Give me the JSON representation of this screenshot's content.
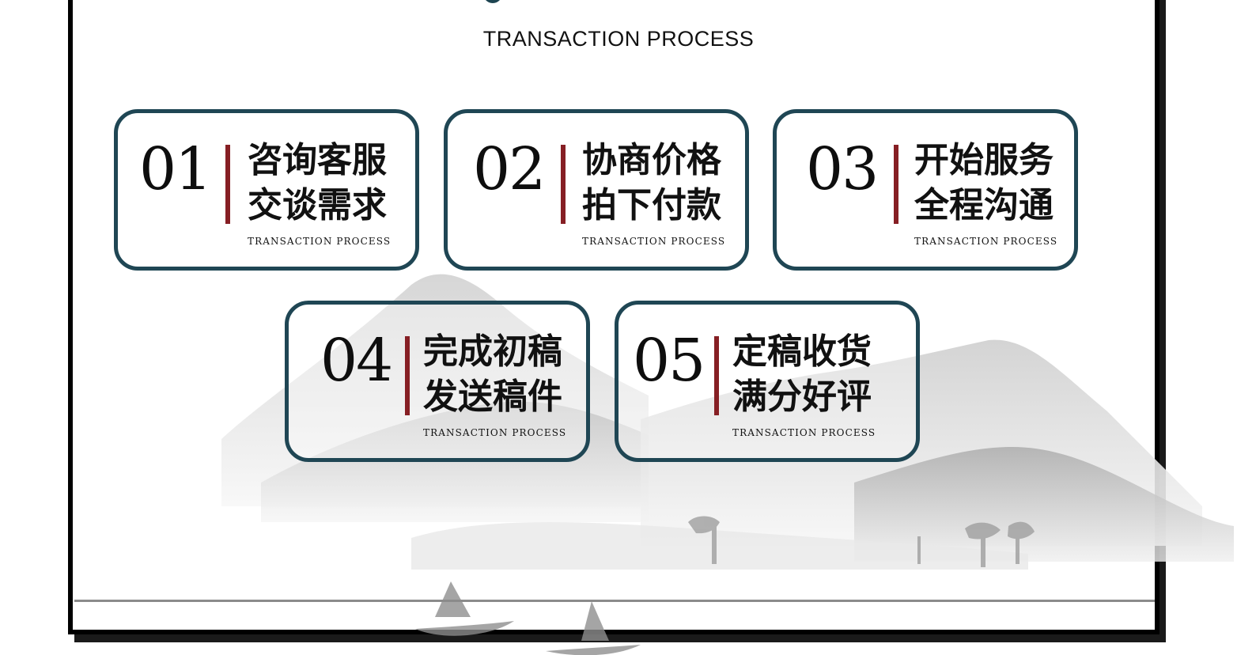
{
  "header": {
    "title": "TRANSACTION PROCESS"
  },
  "steps": [
    {
      "number": "01",
      "line1": "咨询客服",
      "line2": "交谈需求",
      "tag": "TRANSACTION PROCESS"
    },
    {
      "number": "02",
      "line1": "协商价格",
      "line2": "拍下付款",
      "tag": "TRANSACTION PROCESS"
    },
    {
      "number": "03",
      "line1": "开始服务",
      "line2": "全程沟通",
      "tag": "TRANSACTION PROCESS"
    },
    {
      "number": "04",
      "line1": "完成初稿",
      "line2": "发送稿件",
      "tag": "TRANSACTION PROCESS"
    },
    {
      "number": "05",
      "line1": "定稿收货",
      "line2": "满分好评",
      "tag": "TRANSACTION PROCESS"
    }
  ],
  "colors": {
    "card_border": "#1f4654",
    "accent_bar": "#861f24",
    "text": "#111111",
    "frame": "#000000",
    "ink_gray": "#9a9a9a"
  },
  "icons": {
    "top_mark": "dot-icon",
    "decor": "ink-landscape-icon"
  }
}
